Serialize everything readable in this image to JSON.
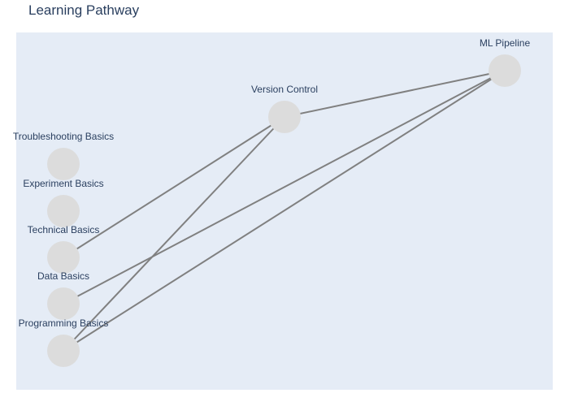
{
  "title": "Learning Pathway",
  "colors": {
    "plot_background": "#e5ecf6",
    "node_fill": "#dcdcdc",
    "edge": "#808080",
    "label": "#2a3f5f"
  },
  "nodes": [
    {
      "id": "programming",
      "label": "Programming Basics"
    },
    {
      "id": "data",
      "label": "Data Basics"
    },
    {
      "id": "technical",
      "label": "Technical Basics"
    },
    {
      "id": "experiment",
      "label": "Experiment Basics"
    },
    {
      "id": "troubleshooting",
      "label": "Troubleshooting Basics"
    },
    {
      "id": "version_control",
      "label": "Version Control"
    },
    {
      "id": "ml_pipeline",
      "label": "ML Pipeline"
    }
  ],
  "edges": [
    {
      "from": "technical",
      "to": "version_control"
    },
    {
      "from": "programming",
      "to": "version_control"
    },
    {
      "from": "version_control",
      "to": "ml_pipeline"
    },
    {
      "from": "data",
      "to": "ml_pipeline"
    },
    {
      "from": "programming",
      "to": "ml_pipeline"
    }
  ]
}
